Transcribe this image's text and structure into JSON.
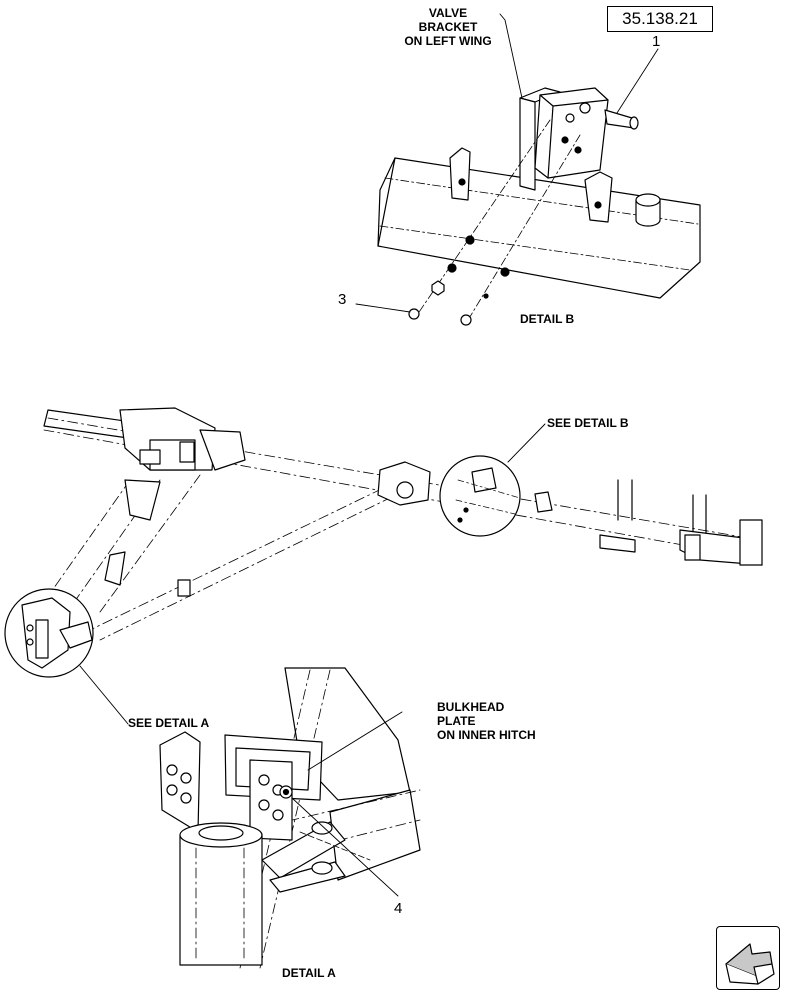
{
  "reference": "35.138.21",
  "labels": {
    "valve_bracket": "VALVE\nBRACKET\nON LEFT WING",
    "detail_b": "DETAIL  B",
    "see_detail_b": "SEE DETAIL  B",
    "see_detail_a": "SEE DETAIL  A",
    "bulkhead_plate": "BULKHEAD\nPLATE\nON INNER HITCH",
    "detail_a": "DETAIL  A"
  },
  "callouts": {
    "item_1": "1",
    "item_3": "3",
    "item_4": "4"
  },
  "icons": {
    "nav": "arrow-back-icon"
  },
  "colors": {
    "line": "#000000",
    "fill": "#ffffff",
    "accent": "#c8c8c8"
  }
}
